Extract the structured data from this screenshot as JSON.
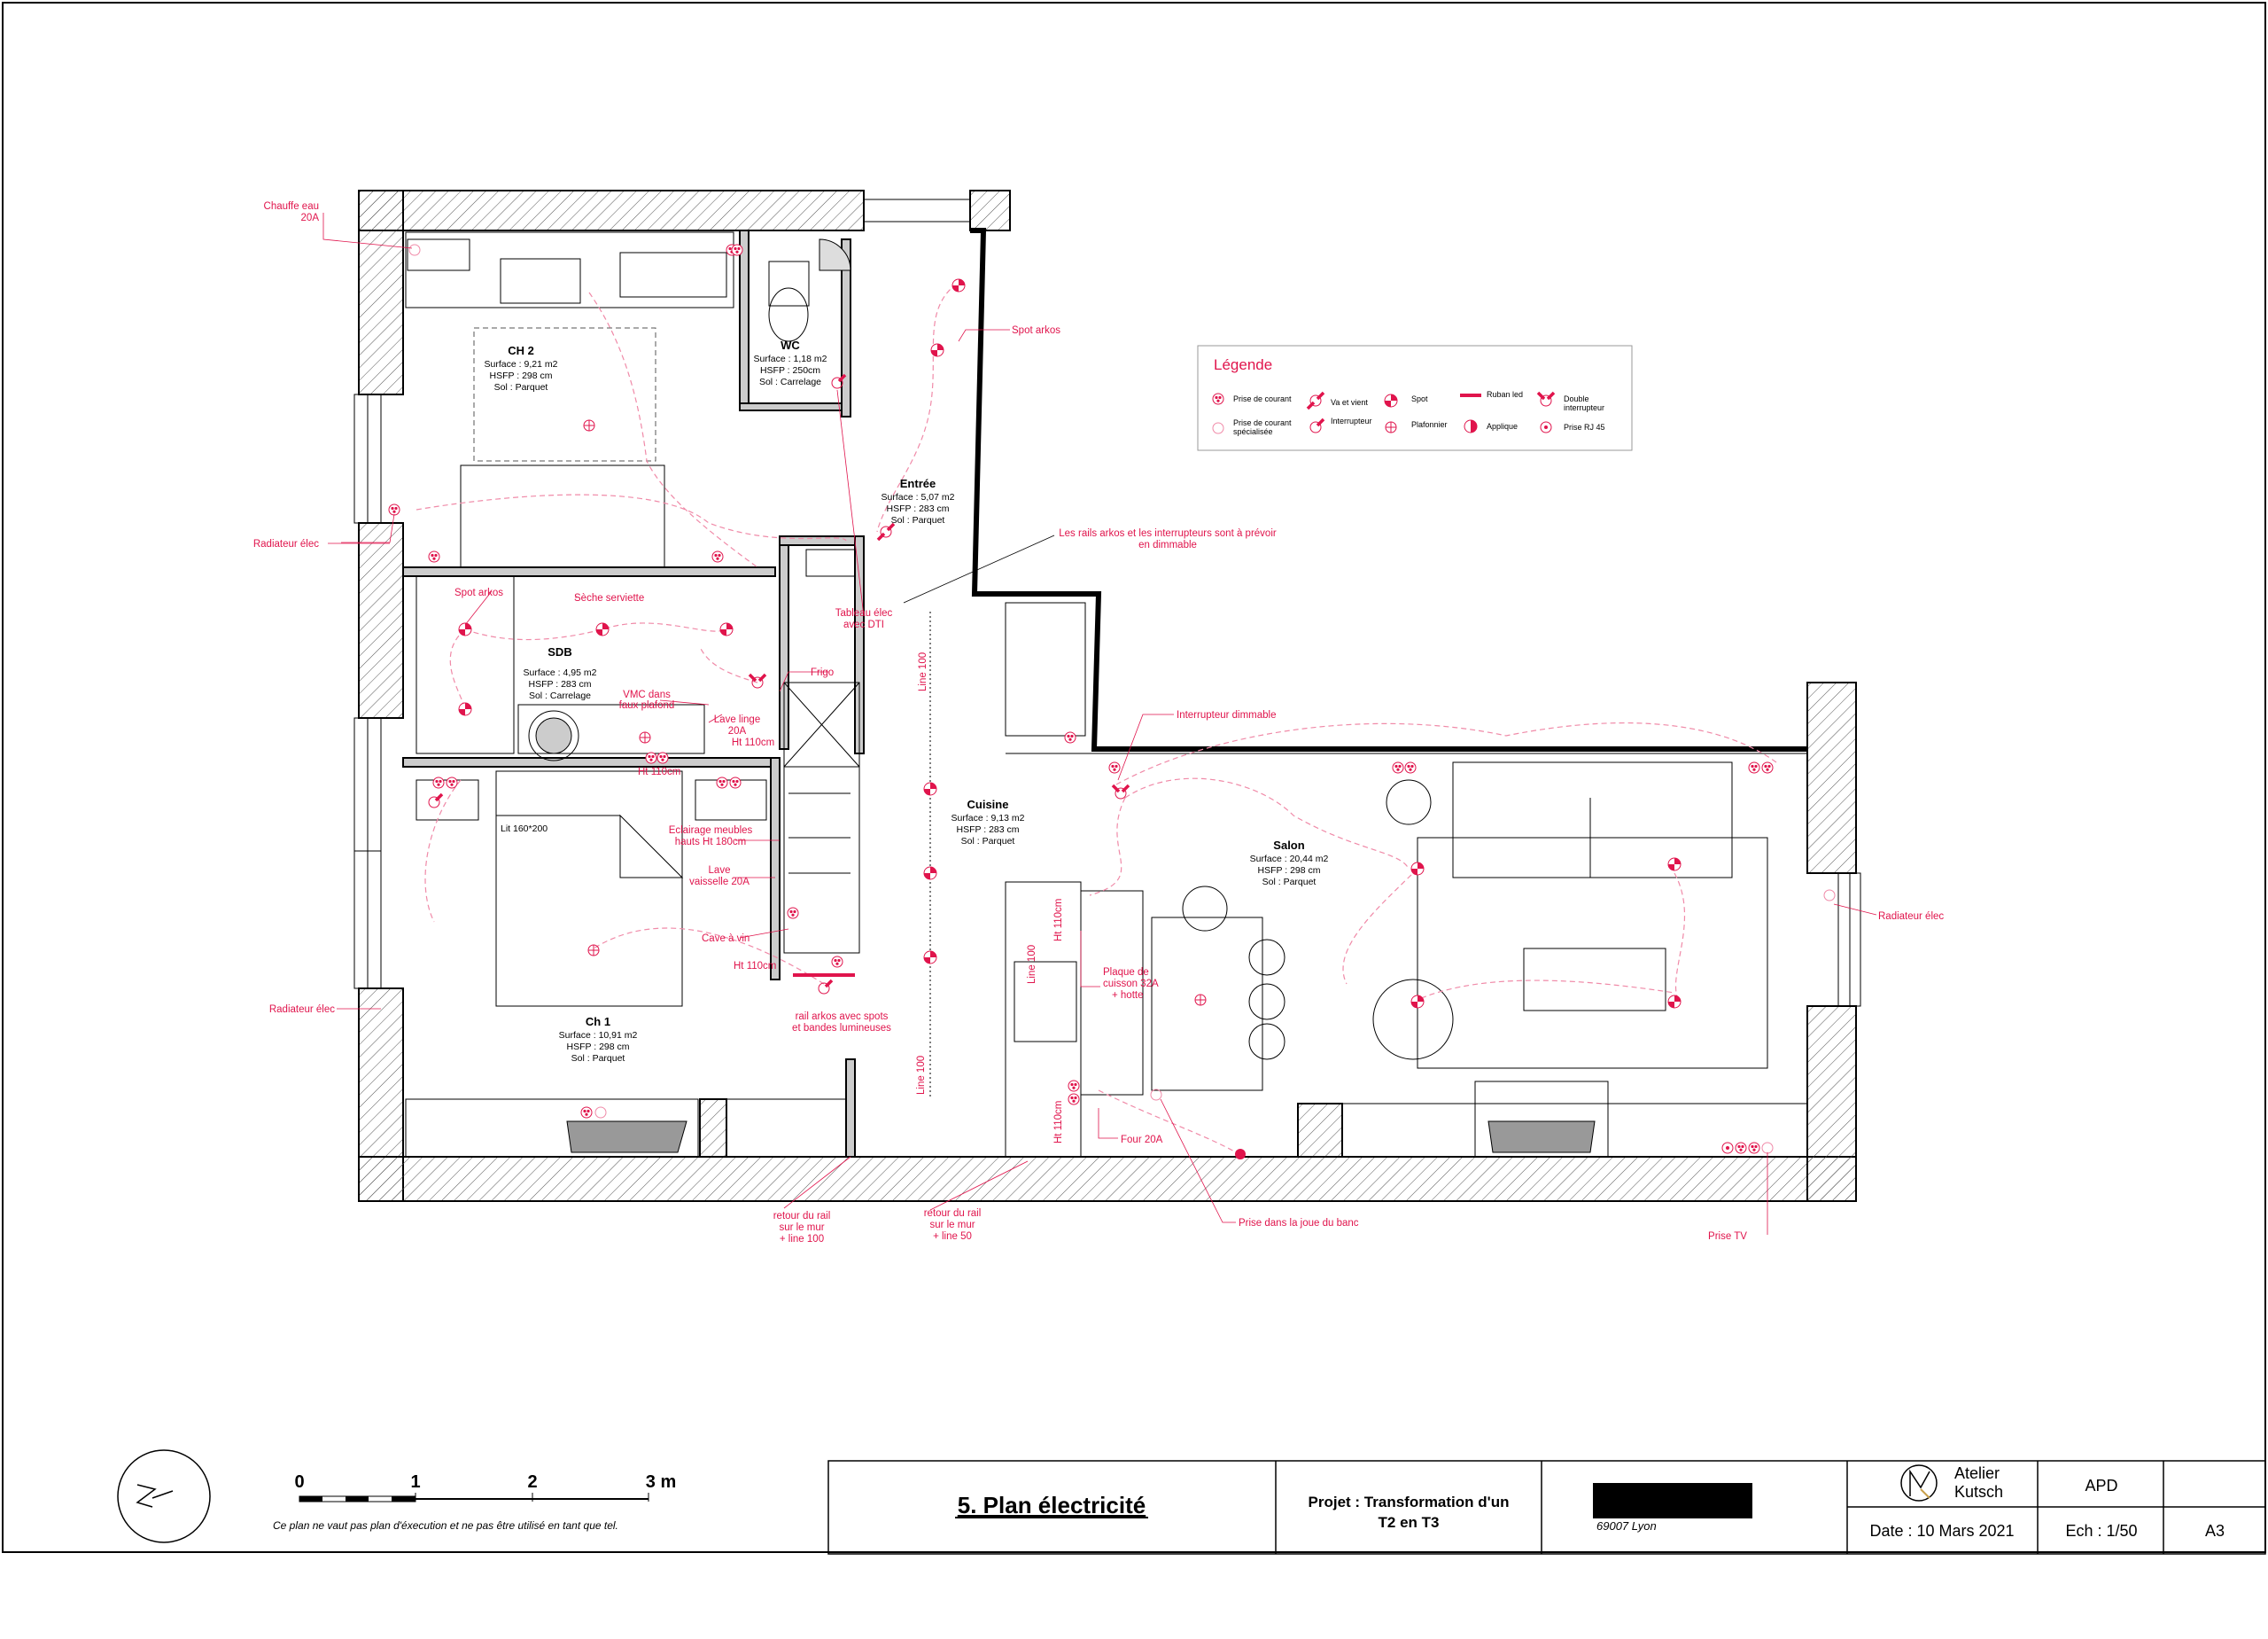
{
  "colors": {
    "accent": "#e0144c",
    "line": "#000000",
    "dash": "#f08aa8",
    "hatch": "#555555"
  },
  "rooms": {
    "ch2": {
      "title": "CH 2",
      "lines": [
        "Surface : 9,21 m2",
        "HSFP : 298 cm",
        "Sol : Parquet"
      ]
    },
    "wc": {
      "title": "WC",
      "lines": [
        "Surface : 1,18 m2",
        "HSFP : 250cm",
        "Sol : Carrelage"
      ]
    },
    "entree": {
      "title": "Entrée",
      "lines": [
        "Surface : 5,07 m2",
        "HSFP : 283 cm",
        "Sol : Parquet"
      ]
    },
    "sdb": {
      "title": "SDB",
      "lines": [
        "Surface : 4,95 m2",
        "HSFP : 283 cm",
        "Sol : Carrelage"
      ]
    },
    "cuisine": {
      "title": "Cuisine",
      "lines": [
        "Surface : 9,13 m2",
        "HSFP : 283 cm",
        "Sol : Parquet"
      ]
    },
    "salon": {
      "title": "Salon",
      "lines": [
        "Surface : 20,44 m2",
        "HSFP : 298 cm",
        "Sol : Parquet"
      ]
    },
    "ch1": {
      "title": "Ch 1",
      "lines": [
        "Surface : 10,91 m2",
        "HSFP : 298 cm",
        "Sol : Parquet"
      ]
    }
  },
  "annotations": {
    "chauffe_eau": [
      "Chauffe eau",
      "20A"
    ],
    "spot_arkos_top": "Spot arkos",
    "radiateur_left_1": "Radiateur élec",
    "radiateur_left_2": "Radiateur élec",
    "radiateur_right": "Radiateur élec",
    "spot_arkos_sdb": "Spot arkos",
    "seche_serviette": "Sèche serviette",
    "tableau_elec": [
      "Tableau élec",
      "avec DTI"
    ],
    "rails_note": [
      "Les rails arkos et les interrupteurs sont à prévoir",
      "en dimmable"
    ],
    "frigo": "Frigo",
    "vmc": [
      "VMC dans",
      "faux plafond"
    ],
    "lave_linge": [
      "Lave linge",
      "20A",
      "Ht 110cm"
    ],
    "ht_110_sdb": "Ht 110cm",
    "eclairage": [
      "Eclairage meubles",
      "hauts Ht 180cm"
    ],
    "lave_vaisselle": [
      "Lave",
      "vaisselle 20A"
    ],
    "cave_vin": "Cave à vin",
    "ht_110_cave": "Ht 110cm",
    "rail_arkos": [
      "rail arkos avec spots",
      "et bandes lumineuses"
    ],
    "interrupteur_dimmable": "Interrupteur dimmable",
    "plaque": [
      "Plaque de",
      "cuisson 32A",
      "+ hotte"
    ],
    "four": "Four 20A",
    "prise_banc": "Prise dans la joue du banc",
    "prise_tv": "Prise TV",
    "retour_rail_1": [
      "retour du rail",
      "sur le mur",
      "+ line 100"
    ],
    "retour_rail_2": [
      "retour du rail",
      "sur le mur",
      "+ line 50"
    ],
    "line_100_a": "Line 100",
    "line_100_b": "Line 100",
    "line_100_c": "Line 100",
    "ht_110_k1": "Ht 110cm",
    "ht_110_k2": "Ht 110cm",
    "lit": "Lit 160*200"
  },
  "legend": {
    "title": "Légende",
    "items": {
      "prise": "Prise de courant",
      "prise_spe": [
        "Prise de courant",
        "spécialisée"
      ],
      "va_et_vient": "Va et vient",
      "interrupteur": "Interrupteur",
      "spot": "Spot",
      "plafonnier": "Plafonnier",
      "ruban": "Ruban led",
      "applique": "Applique",
      "double": [
        "Double",
        "interrupteur"
      ],
      "rj45": "Prise RJ 45"
    }
  },
  "scale": {
    "labels": [
      "0",
      "1",
      "2",
      "3 m"
    ],
    "note": "Ce plan ne vaut pas plan d'éxecution et ne pas être utilisé en tant que tel."
  },
  "title_block": {
    "title": "5. Plan électricité",
    "projet": [
      "Projet : Transformation d'un",
      "T2 en T3"
    ],
    "address": "69007 Lyon",
    "firm": [
      "Atelier",
      "Kutsch"
    ],
    "phase": "APD",
    "date": "Date : 10 Mars 2021",
    "echelle": "Ech : 1/50",
    "format": "A3"
  }
}
